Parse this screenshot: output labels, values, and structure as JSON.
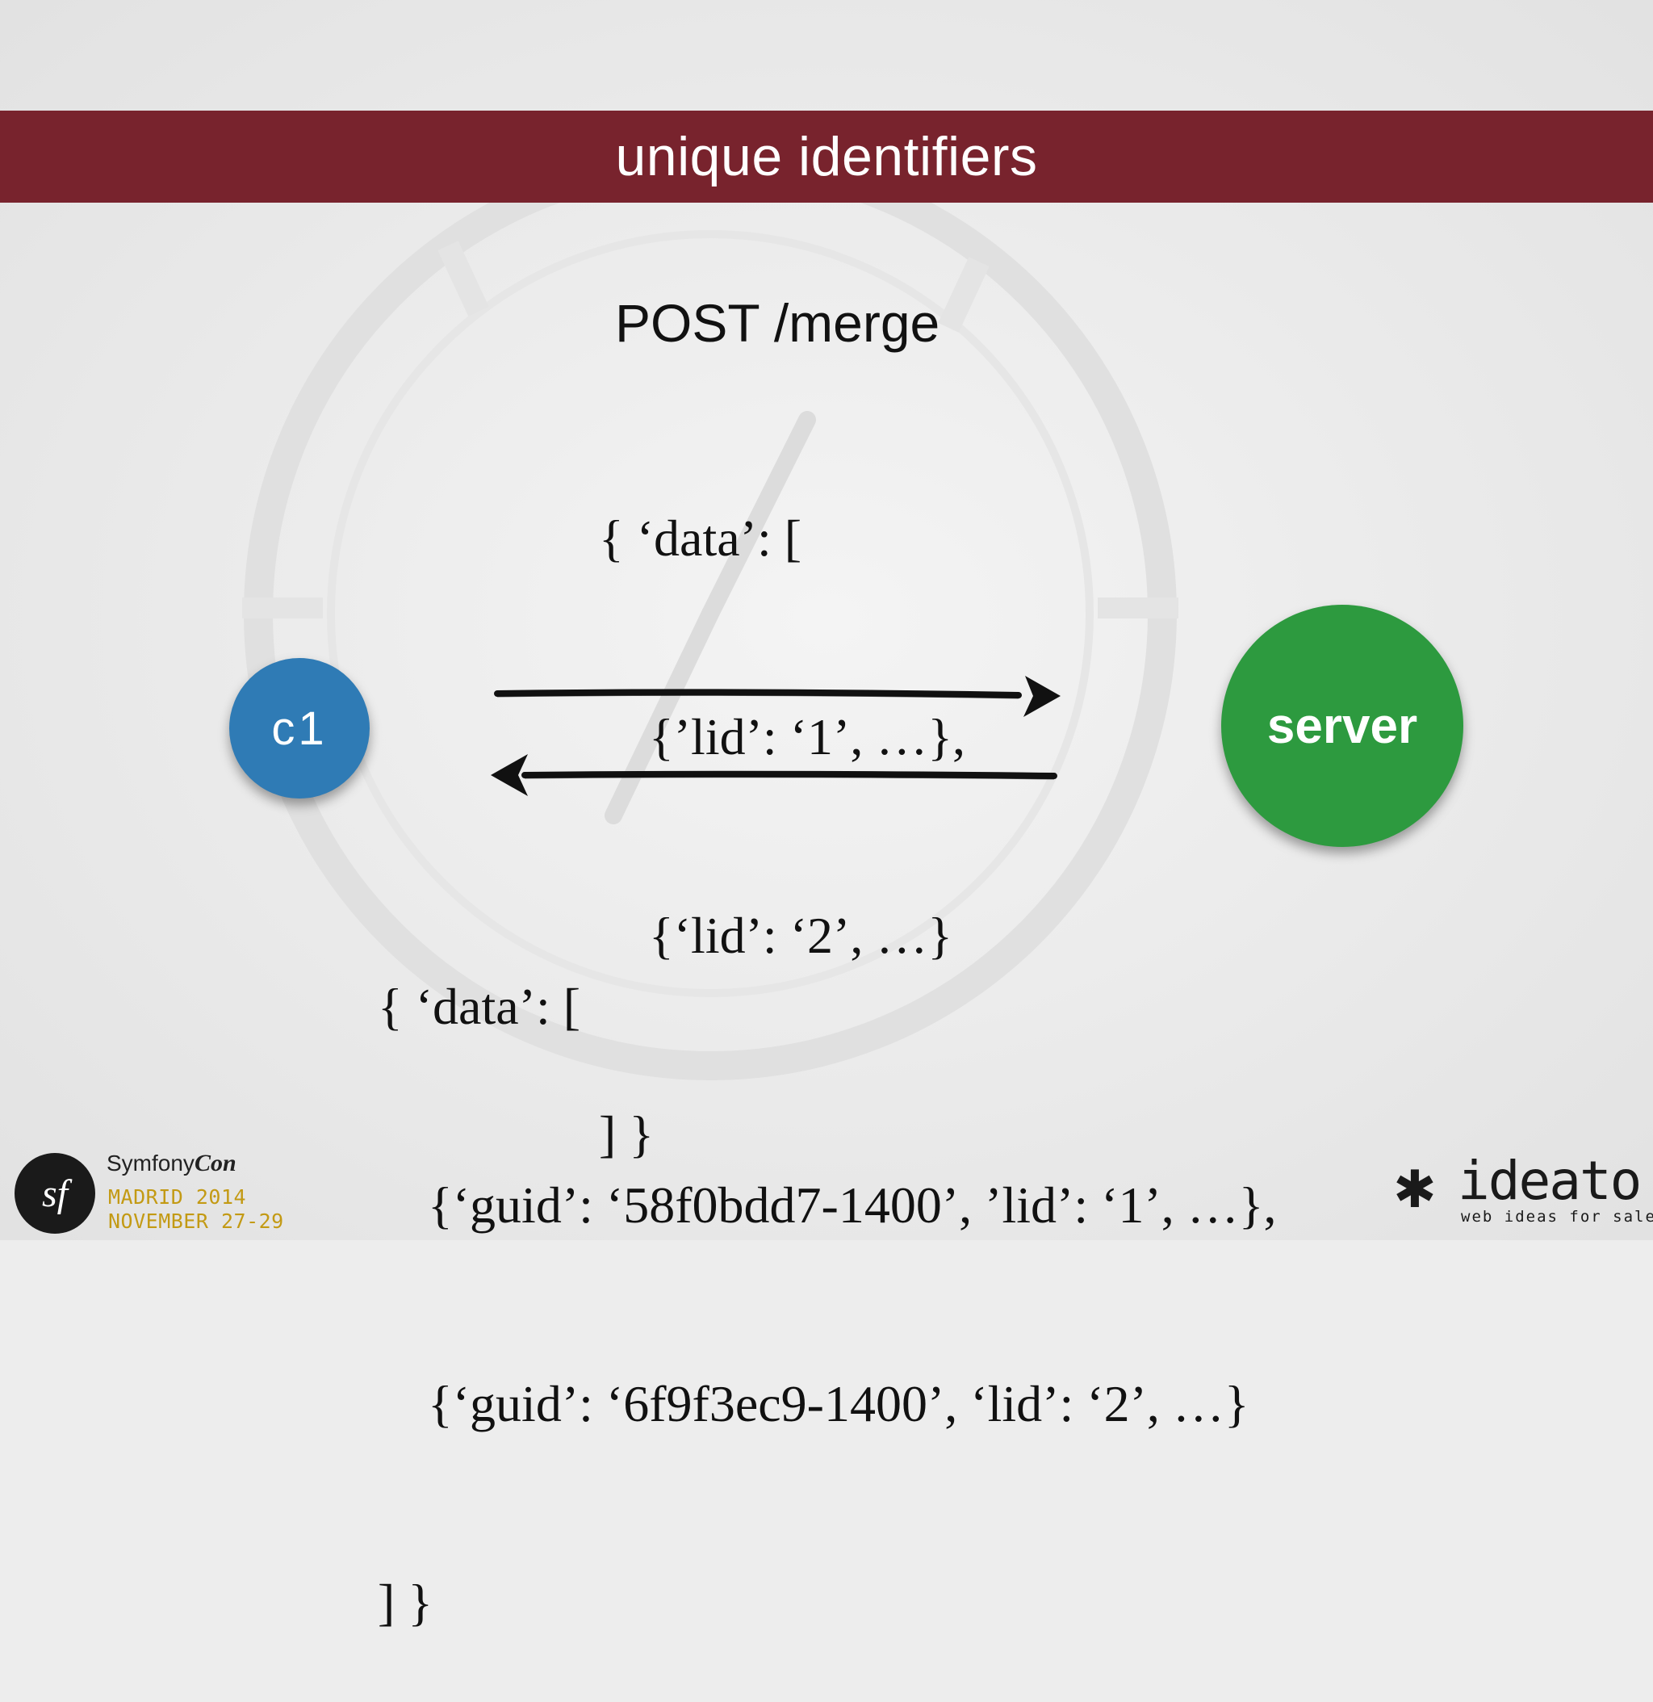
{
  "slide": {
    "title": "unique identifiers"
  },
  "request": {
    "label": "POST /merge",
    "lines": [
      "{ ‘data’: [",
      "{’lid’: ‘1’, …},",
      "{‘lid’: ‘2’, …}",
      "] }"
    ]
  },
  "response": {
    "lines": [
      "{ ‘data’: [",
      "{‘guid’: ‘58f0bdd7-1400’, ’lid’: ‘1’, …},",
      "{‘guid’: ‘6f9f3ec9-1400’, ‘lid’: ‘2’, …}",
      "] }"
    ]
  },
  "nodes": {
    "client": "c1",
    "server": "server"
  },
  "colors": {
    "title_bar": "#78232d",
    "client": "#2f7bb5",
    "server": "#2d9a3f",
    "background": "#ededed"
  },
  "branding": {
    "conference": {
      "name": "Symfony",
      "name_suffix": "Con",
      "city": "MADRID 2014",
      "dates": "NOVEMBER 27-29",
      "icon": "symfony-sf-logo"
    },
    "company": {
      "name": "ideato",
      "tagline": "web ideas for sale",
      "icon": "asterisk-icon"
    }
  }
}
